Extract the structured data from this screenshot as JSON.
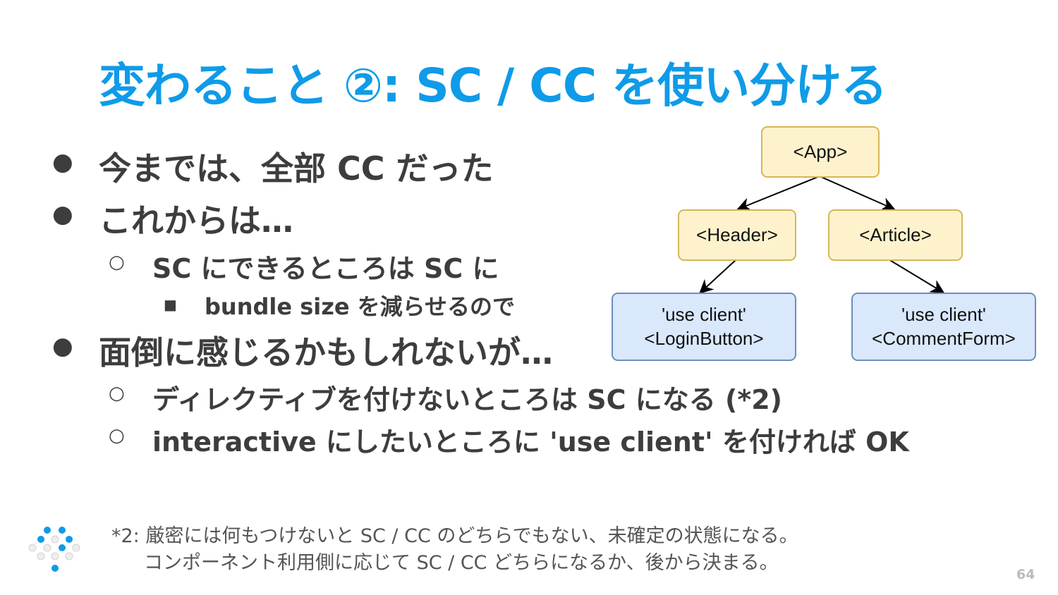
{
  "title": "変わること ②: SC / CC を使い分ける",
  "bullets": {
    "b1": "今までは、全部 CC だった",
    "b2": "これからは…",
    "b2_1": "SC にできるところは SC に",
    "b2_1_1": "bundle size を減らせるので",
    "b3": "面倒に感じるかもしれないが…",
    "b3_1": "ディレクティブを付けないところは SC になる (*2)",
    "b3_2": "interactive にしたいところに 'use client' を付ければ OK"
  },
  "diagram": {
    "app": "<App>",
    "header": "<Header>",
    "article": "<Article>",
    "login_directive": "'use client'",
    "login": "<LoginButton>",
    "comment_directive": "'use client'",
    "comment": "<CommentForm>"
  },
  "footnote": {
    "line1": "*2: 厳密には何もつけないと SC / CC のどちらでもない、未確定の状態になる。",
    "line2": "コンポーネント利用側に応じて SC / CC どちらになるか、後から決まる。"
  },
  "page_number": "64",
  "colors": {
    "accent": "#0f9be8",
    "text": "#3d3d3d",
    "sc_fill": "#fef2cc",
    "cc_fill": "#dae8fc"
  }
}
